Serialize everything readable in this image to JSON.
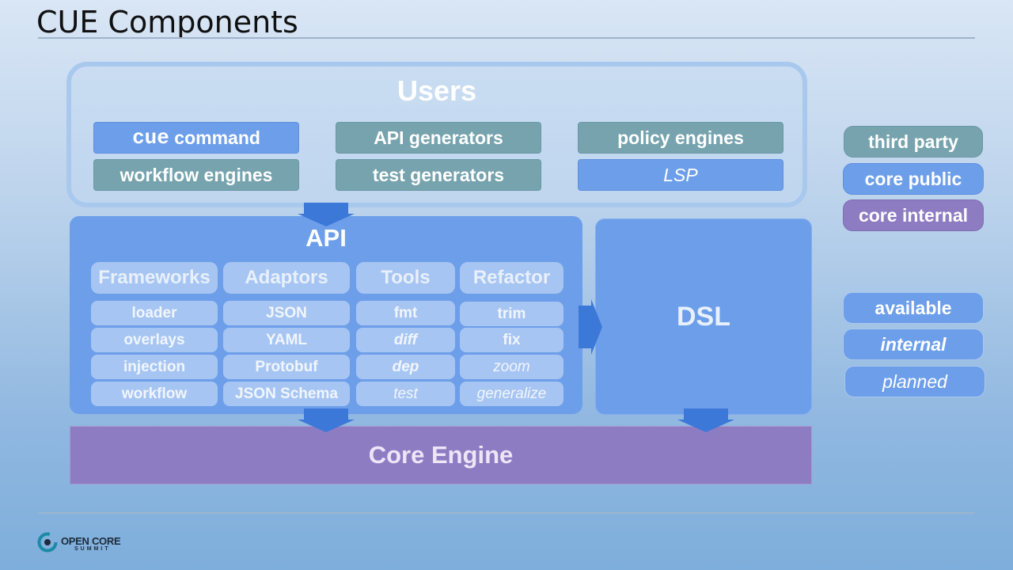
{
  "title": "CUE Components",
  "users": {
    "title": "Users",
    "cue_code": "cue",
    "cue_rest": " command",
    "api_generators": "API generators",
    "policy_engines": "policy engines",
    "workflow_engines": "workflow engines",
    "test_generators": "test generators",
    "lsp": "LSP"
  },
  "api": {
    "title": "API",
    "columns": [
      {
        "header": "Frameworks",
        "items": [
          {
            "label": "loader",
            "status": "available"
          },
          {
            "label": "overlays",
            "status": "available"
          },
          {
            "label": "injection",
            "status": "available"
          },
          {
            "label": "workflow",
            "status": "available"
          }
        ]
      },
      {
        "header": "Adaptors",
        "items": [
          {
            "label": "JSON",
            "status": "available"
          },
          {
            "label": "YAML",
            "status": "available"
          },
          {
            "label": "Protobuf",
            "status": "available"
          },
          {
            "label": "JSON Schema",
            "status": "available"
          }
        ]
      },
      {
        "header": "Tools",
        "items": [
          {
            "label": "fmt",
            "status": "available"
          },
          {
            "label": "diff",
            "status": "internal"
          },
          {
            "label": "dep",
            "status": "internal"
          },
          {
            "label": "test",
            "status": "planned"
          }
        ]
      },
      {
        "header": "Refactor",
        "items": [
          {
            "label": "trim",
            "status": "available"
          },
          {
            "label": "fix",
            "status": "available"
          },
          {
            "label": "zoom",
            "status": "planned"
          },
          {
            "label": "generalize",
            "status": "planned"
          }
        ]
      }
    ]
  },
  "dsl": "DSL",
  "core_engine": "Core Engine",
  "legend": {
    "third_party": "third party",
    "core_public": "core public",
    "core_internal": "core internal",
    "available": "available",
    "internal": "internal",
    "planned": "planned"
  },
  "logo": {
    "line1": "OPEN CORE",
    "line2": "SUMMIT"
  },
  "colors": {
    "teal": "#76a3ad",
    "blue": "#6d9eea",
    "purple": "#8e7cc3",
    "light_cell": "#a7c5f2",
    "arrow": "#3c78d8"
  }
}
